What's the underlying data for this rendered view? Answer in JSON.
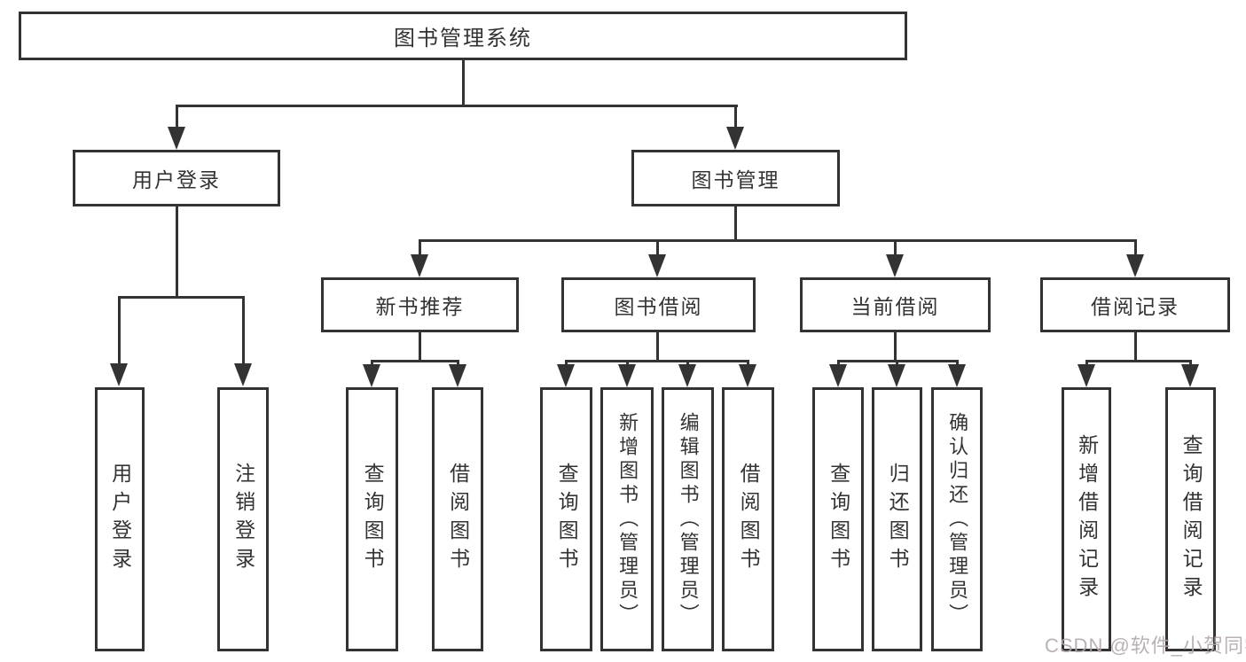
{
  "diagram_title": "图书管理系统",
  "tree": {
    "label": "图书管理系统",
    "children": [
      {
        "label": "用户登录",
        "children": [
          {
            "label": "用户登录"
          },
          {
            "label": "注销登录"
          }
        ]
      },
      {
        "label": "图书管理",
        "children": [
          {
            "label": "新书推荐",
            "children": [
              {
                "label": "查询图书"
              },
              {
                "label": "借阅图书"
              }
            ]
          },
          {
            "label": "图书借阅",
            "children": [
              {
                "label": "查询图书"
              },
              {
                "label": "新增图书（管理员）"
              },
              {
                "label": "编辑图书（管理员）"
              },
              {
                "label": "借阅图书"
              }
            ]
          },
          {
            "label": "当前借阅",
            "children": [
              {
                "label": "查询图书"
              },
              {
                "label": "归还图书"
              },
              {
                "label": "确认归还（管理员）"
              }
            ]
          },
          {
            "label": "借阅记录",
            "children": [
              {
                "label": "新增借阅记录"
              },
              {
                "label": "查询借阅记录"
              }
            ]
          }
        ]
      }
    ]
  },
  "watermark": {
    "text": "CSDN @软件_小贺同学"
  },
  "colors": {
    "line": "#333333",
    "text": "#333333",
    "background": "#ffffff",
    "watermark": "#b2aaaa"
  }
}
